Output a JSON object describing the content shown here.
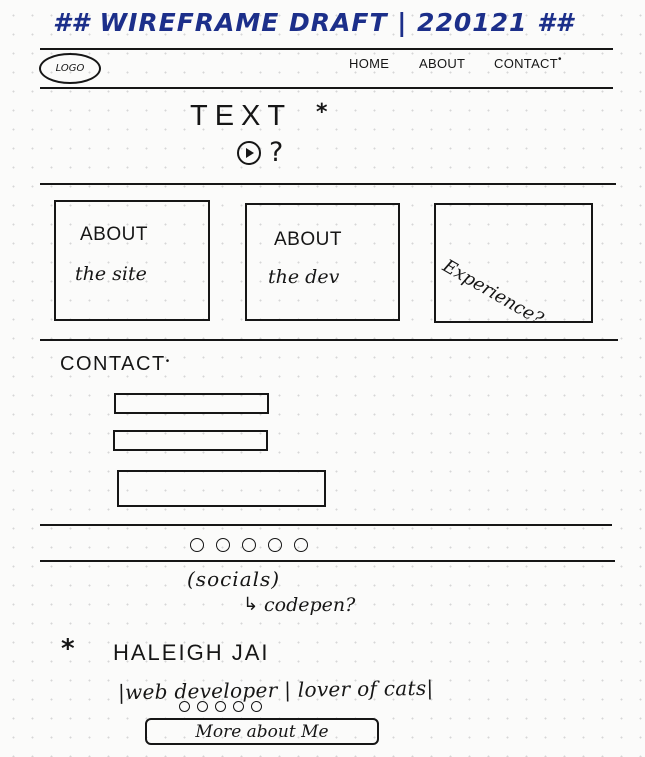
{
  "page": {
    "title": "## WIREFRAME DRAFT | 220121 ##"
  },
  "header": {
    "logo": "LOGO",
    "nav": [
      "HOME",
      "ABOUT",
      "CONTACT"
    ],
    "nav_marker": "•"
  },
  "hero": {
    "text": "TEXT",
    "asterisk": "*",
    "question": "?",
    "play_icon": "play-circle-icon"
  },
  "cards": [
    {
      "line1": "ABOUT",
      "line2": "the site"
    },
    {
      "line1": "ABOUT",
      "line2": "the dev"
    },
    {
      "text": "Experience?"
    }
  ],
  "contact": {
    "heading": "CONTACT",
    "marker": "•"
  },
  "socials": {
    "label": "(socials)",
    "arrow": "↳",
    "note": "codepen?"
  },
  "bio": {
    "asterisk": "*",
    "name": "HALEIGH JAI",
    "tagline": "|web developer | lover of cats|",
    "button": "More about Me"
  },
  "colors": {
    "title_ink": "#1c2f8a",
    "ink": "#161616",
    "paper": "#fbfbfa"
  }
}
